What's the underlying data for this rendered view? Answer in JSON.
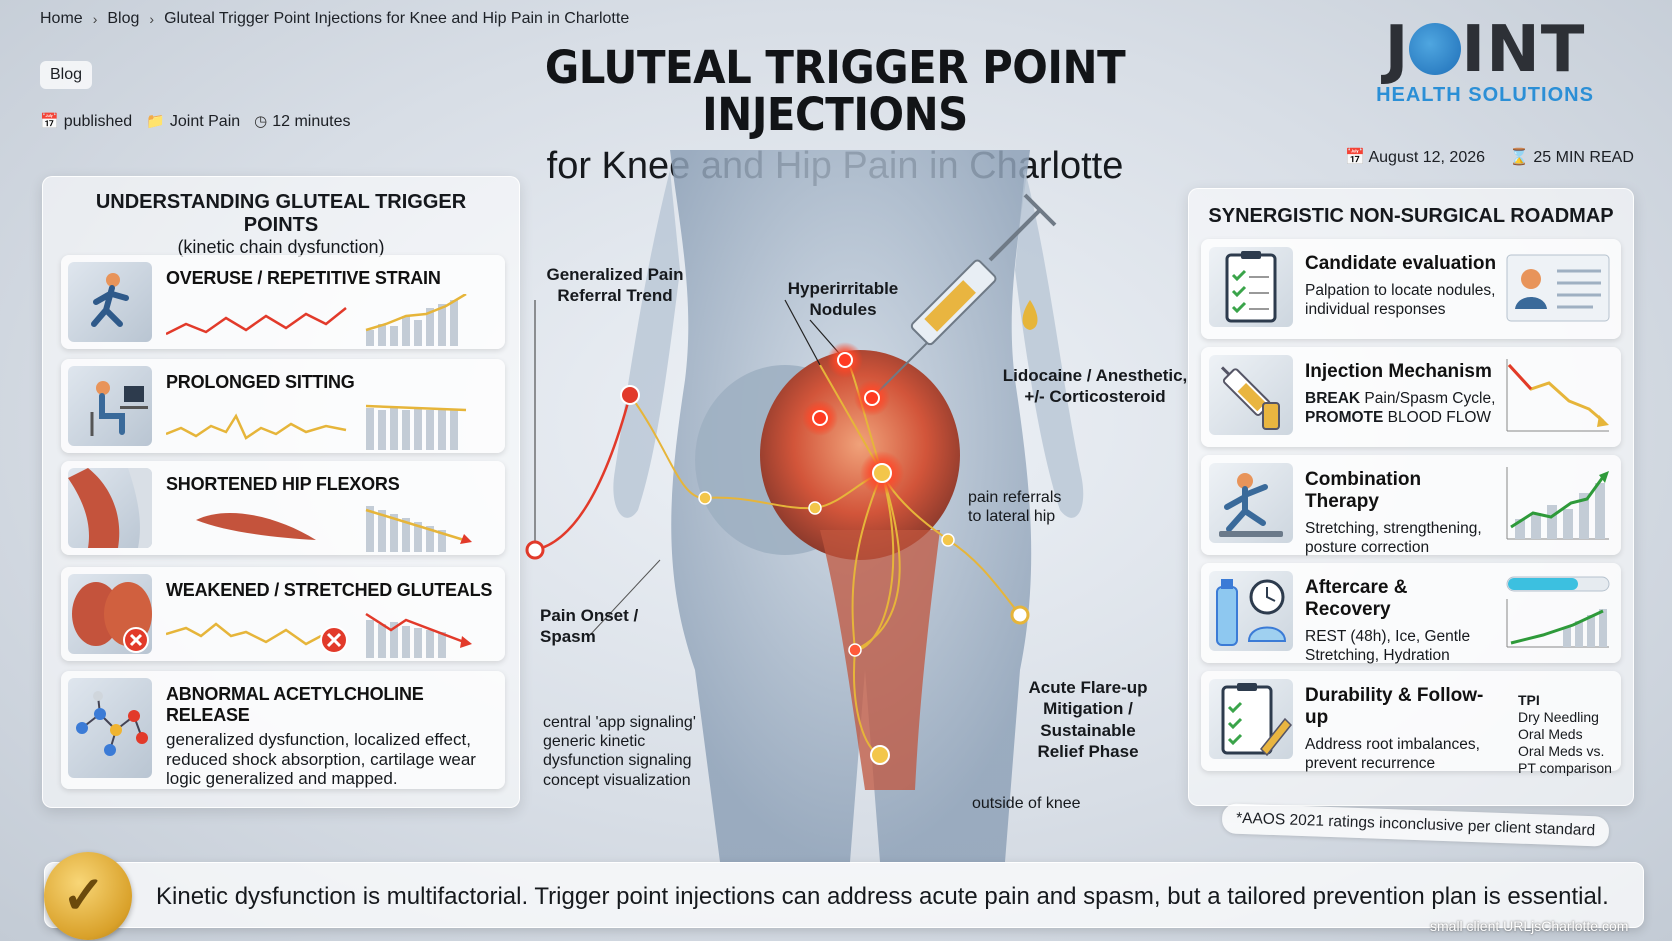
{
  "breadcrumb": [
    "Home",
    "Blog",
    "Gluteal Trigger Point Injections for Knee and Hip Pain in Charlotte"
  ],
  "tag": "Blog",
  "meta": {
    "status": "published",
    "category": "Joint Pain",
    "read_time": "12 minutes"
  },
  "title": {
    "main": "GLUTEAL TRIGGER POINT INJECTIONS",
    "sub": "for Knee and Hip Pain in Charlotte"
  },
  "logo": {
    "main_a": "J",
    "main_b": "INT",
    "sub": "HEALTH SOLUTIONS"
  },
  "date": "August 12, 2026",
  "read": "25 MIN READ",
  "left_panel": {
    "title": "UNDERSTANDING GLUTEAL TRIGGER POINTS",
    "subtitle": "(kinetic chain dysfunction)",
    "items": [
      {
        "title": "OVERUSE / REPETITIVE STRAIN"
      },
      {
        "title": "PROLONGED SITTING"
      },
      {
        "title": "SHORTENED HIP FLEXORS"
      },
      {
        "title": "WEAKENED / STRETCHED GLUTEALS"
      },
      {
        "title": "ABNORMAL ACETYLCHOLINE RELEASE",
        "desc": "generalized dysfunction, localized effect, reduced shock absorption, cartilage wear logic generalized and mapped."
      }
    ]
  },
  "center": {
    "referral_trend": "Generalized Pain Referral Trend",
    "nodules": "Hyperirritable Nodules",
    "lidocaine": "Lidocaine / Anesthetic, +/- Corticosteroid",
    "lateral_hip": "pain referrals to lateral hip",
    "onset": "Pain Onset / Spasm",
    "central_note": "central 'app signaling' generic kinetic dysfunction signaling concept visualization",
    "flareup": "Acute Flare-up Mitigation / Sustainable Relief Phase",
    "knee": "outside of knee"
  },
  "right_panel": {
    "title": "SYNERGISTIC NON-SURGICAL ROADMAP",
    "items": [
      {
        "title": "Candidate evaluation",
        "desc": "Palpation to locate nodules, individual responses"
      },
      {
        "title": "Injection Mechanism",
        "desc_b1": "BREAK",
        "desc_1": " Pain/Spasm Cycle,",
        "desc_b2": "PROMOTE",
        "desc_2": " BLOOD FLOW"
      },
      {
        "title": "Combination Therapy",
        "desc": "Stretching, strengthening, posture correction"
      },
      {
        "title": "Aftercare & Recovery",
        "desc": "REST (48h), Ice, Gentle Stretching, Hydration",
        "progress": 0.7
      },
      {
        "title": "Durability & Follow-up",
        "desc": "Address root imbalances, prevent recurrence"
      }
    ],
    "tpi": {
      "label": "TPI",
      "lines": [
        "Dry Needling",
        "Oral Meds",
        "Oral Meds vs.",
        "PT comparison"
      ]
    }
  },
  "disclaimer": "*AAOS 2021 ratings inconclusive per client standard",
  "footer": "Kinetic dysfunction is multifactorial. Trigger point injections can address acute pain and spasm, but a tailored prevention plan is essential.",
  "small_url": "small client URLjsCharlotte.com",
  "colors": {
    "accent_blue": "#2b8fd6",
    "pain_red": "#e23a2a",
    "trend_gold": "#e6b53a",
    "gold_seal": "#d9a12a"
  }
}
